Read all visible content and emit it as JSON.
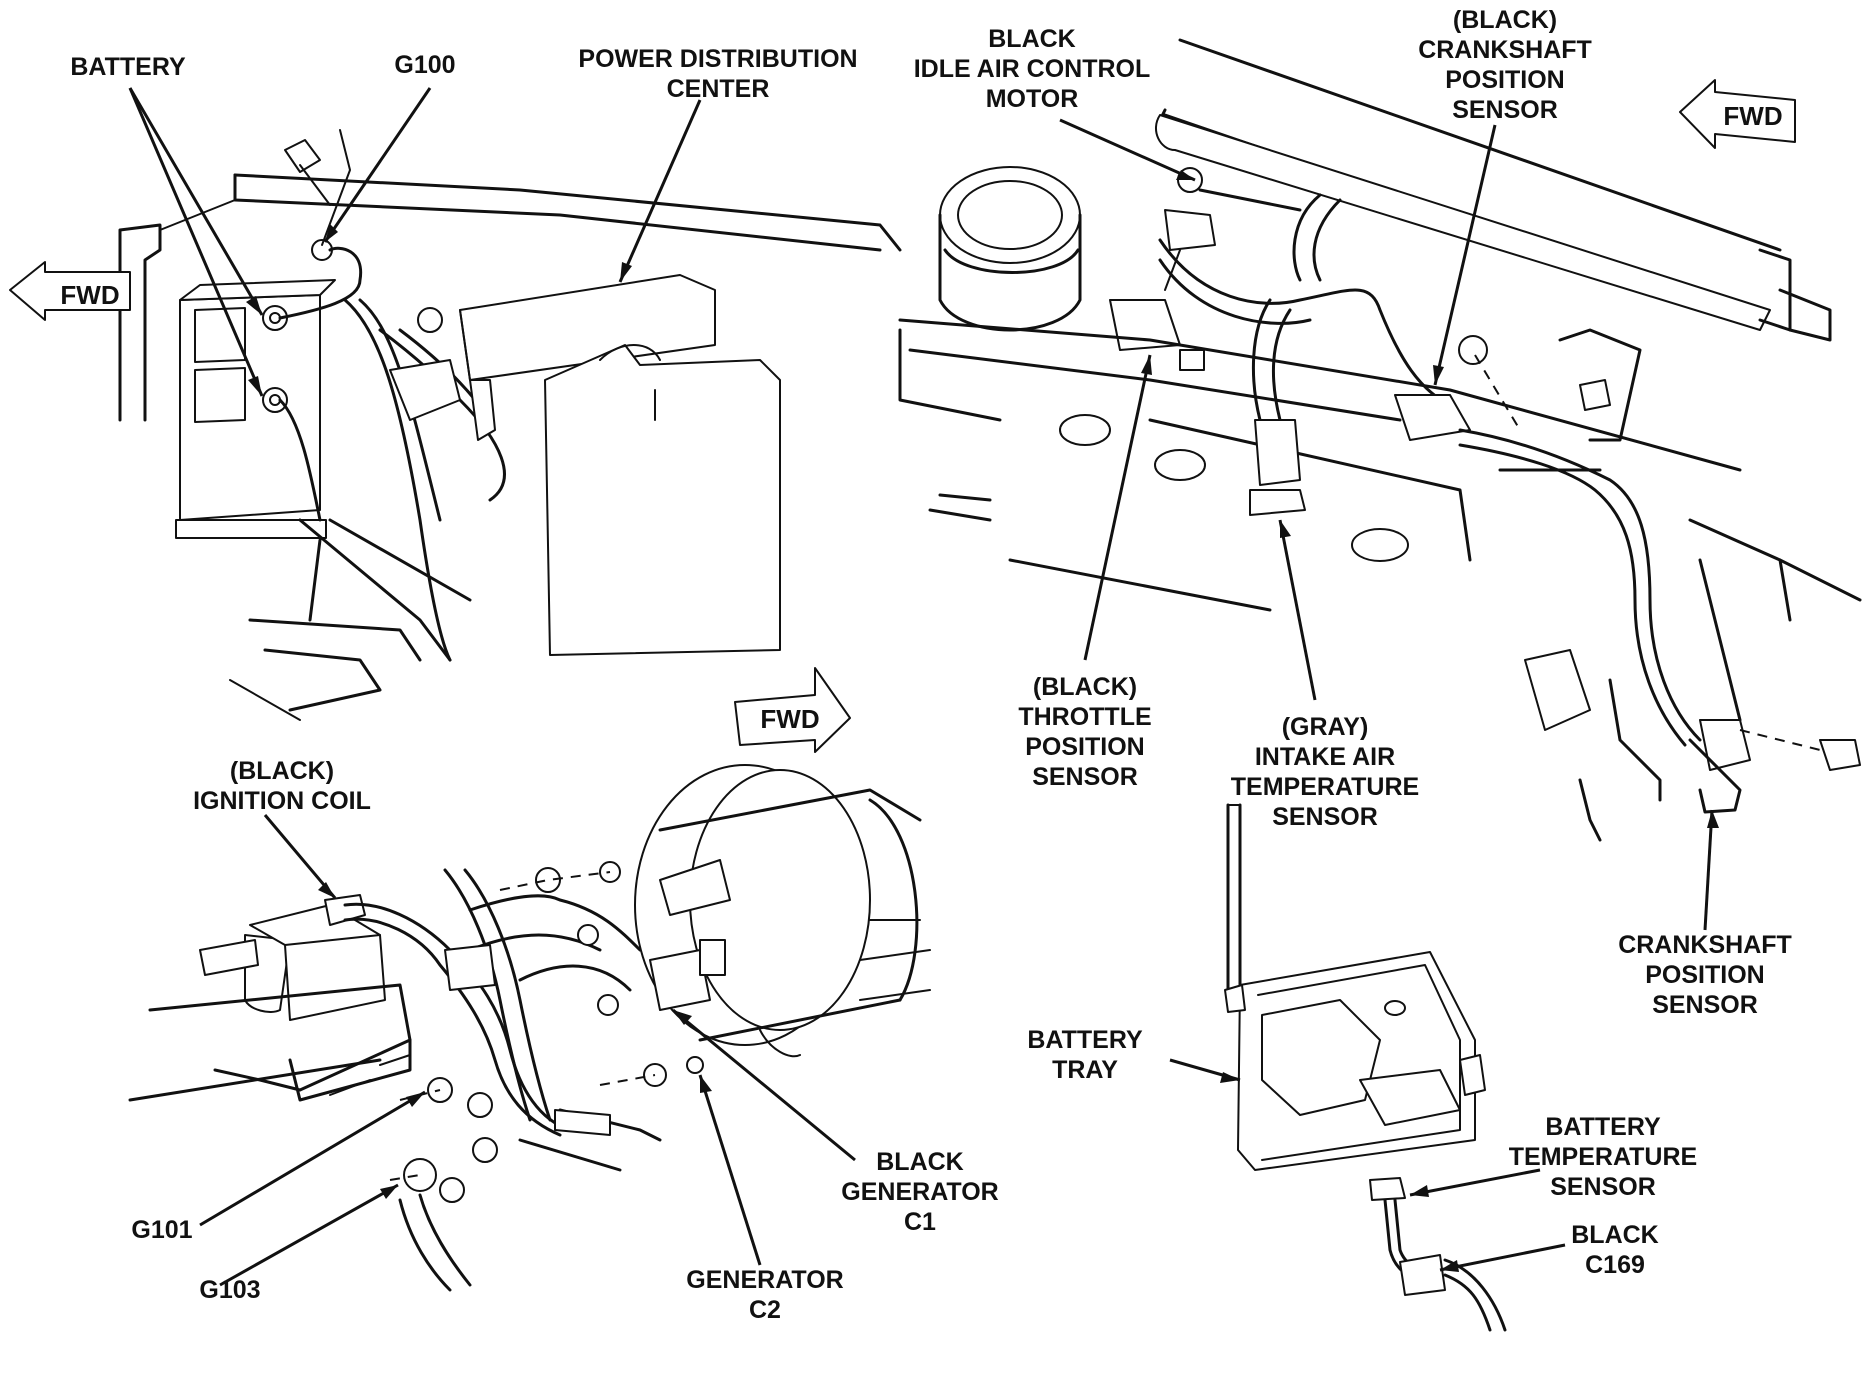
{
  "fwd_arrow_text": "FWD",
  "labels": {
    "battery": [
      "BATTERY"
    ],
    "g100": [
      "G100"
    ],
    "pdc": [
      "POWER DISTRIBUTION",
      "CENTER"
    ],
    "iac": [
      "BLACK",
      "IDLE AIR CONTROL",
      "MOTOR"
    ],
    "ckp_top": [
      "(BLACK)",
      "CRANKSHAFT",
      "POSITION",
      "SENSOR"
    ],
    "tps": [
      "(BLACK)",
      "THROTTLE",
      "POSITION",
      "SENSOR"
    ],
    "iat": [
      "(GRAY)",
      "INTAKE AIR",
      "TEMPERATURE",
      "SENSOR"
    ],
    "ckp_bottom": [
      "CRANKSHAFT",
      "POSITION",
      "SENSOR"
    ],
    "ignition_coil": [
      "(BLACK)",
      "IGNITION COIL"
    ],
    "battery_tray": [
      "BATTERY",
      "TRAY"
    ],
    "battery_temp": [
      "BATTERY",
      "TEMPERATURE",
      "SENSOR"
    ],
    "c169": [
      "BLACK",
      "C169"
    ],
    "generator_c1": [
      "BLACK",
      "GENERATOR",
      "C1"
    ],
    "generator_c2": [
      "GENERATOR",
      "C2"
    ],
    "g101": [
      "G101"
    ],
    "g103": [
      "G103"
    ]
  }
}
